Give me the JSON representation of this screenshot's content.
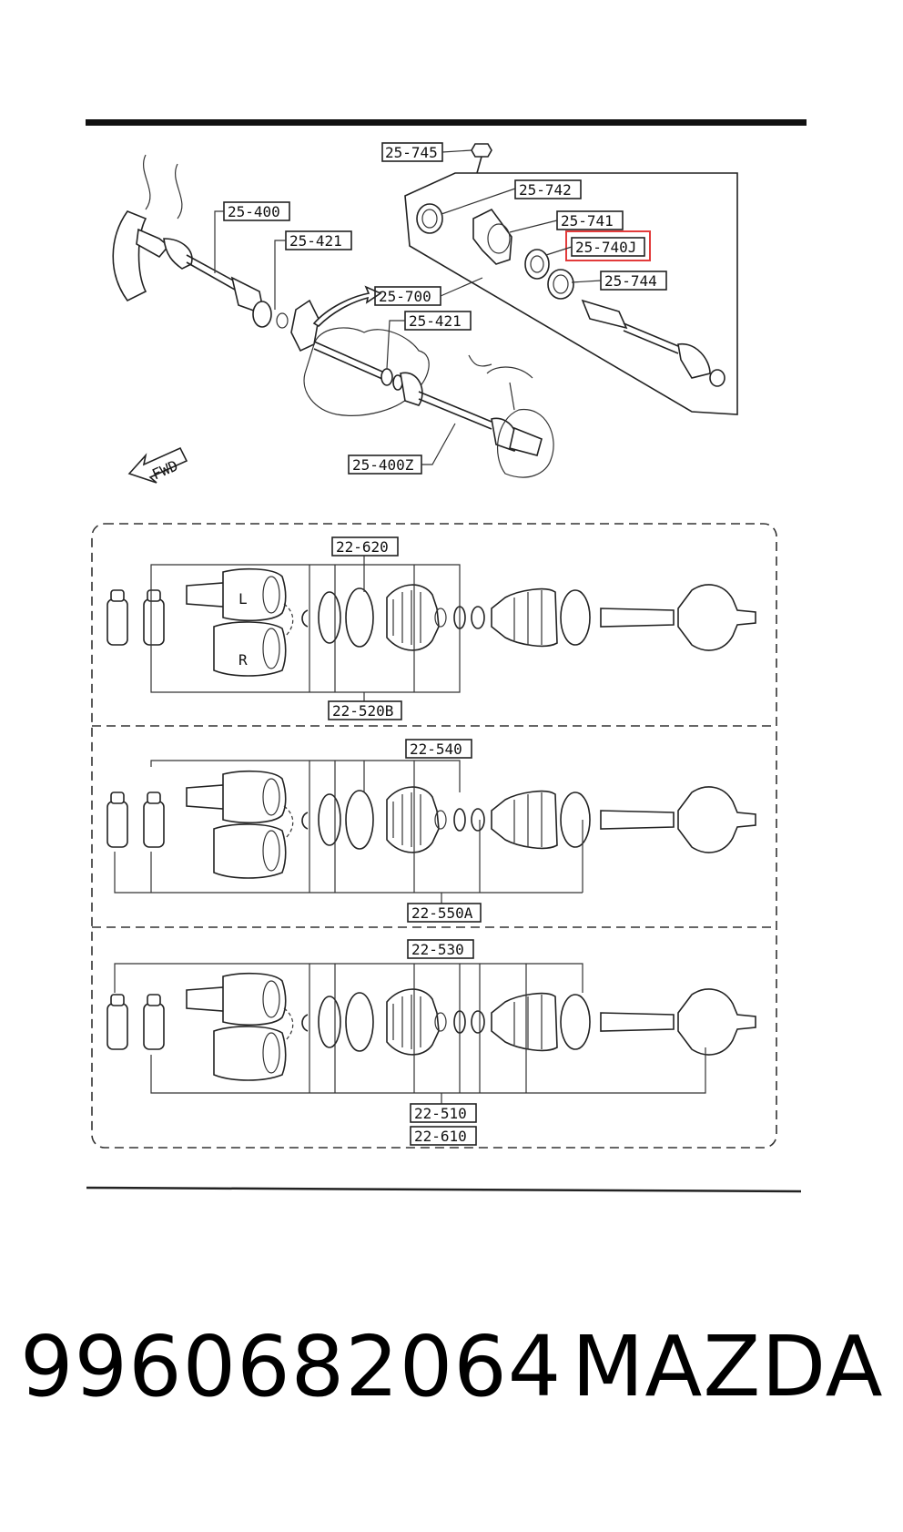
{
  "labels": {
    "p25_745": "25-745",
    "p25_742": "25-742",
    "p25_741": "25-741",
    "p25_740J": "25-740J",
    "p25_744": "25-744",
    "p25_400": "25-400",
    "p25_421a": "25-421",
    "p25_700": "25-700",
    "p25_421b": "25-421",
    "p25_400Z": "25-400Z",
    "fwd": "FWD",
    "p22_620": "22-620",
    "p22_520B": "22-520B",
    "p22_540": "22-540",
    "p22_550A": "22-550A",
    "p22_530": "22-530",
    "p22_510": "22-510",
    "p22_610": "22-610",
    "joint_l": "L",
    "joint_r": "R"
  },
  "highlight": {
    "part": "25-740J",
    "color": "#e23b3b"
  },
  "footer": {
    "part_number": "9960682064",
    "brand": "MAZDA"
  }
}
